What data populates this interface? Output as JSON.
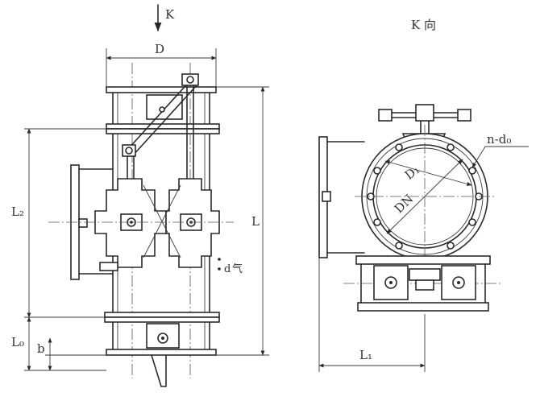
{
  "labels": {
    "view_arrow": "K",
    "view_title": "K 向",
    "dim_D": "D",
    "dim_L2": "L₂",
    "dim_L": "L",
    "dim_L0": "L₀",
    "dim_b": "b",
    "dim_d": "d",
    "dim_DN": "DN",
    "dim_D1": "D₁",
    "dim_nd0": "n-d₀",
    "dim_L1": "L₁"
  }
}
